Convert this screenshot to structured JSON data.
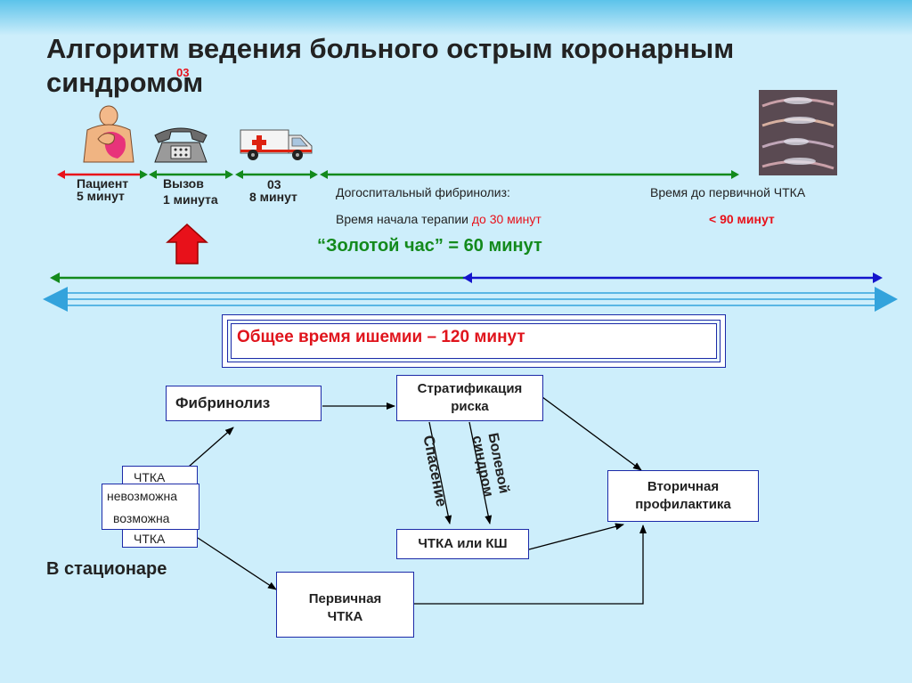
{
  "title": "Алгоритм ведения больного острым коронарным синдромом",
  "title_overlay": "03",
  "timeline": {
    "patient": "Пациент",
    "patient_time": "5 минут",
    "call": "Вызов",
    "call_time": "1 минута",
    "ambulance": "03",
    "ambulance_time": "8 минут",
    "prehospital": "Догоспитальный фибринолиз:",
    "therapy_prefix": "Время начала терапии ",
    "therapy_time": "до 30 минут",
    "primary_ptca": "Время до первичной ЧТКА",
    "primary_ptca_time": "< 90 минут",
    "golden_hour": "“Золотой час” = 60 минут"
  },
  "ischemia": "Общее время ишемии – 120 минут",
  "flow": {
    "fibrinolysis": "Фибринолиз",
    "stratification_1": "Стратификация",
    "stratification_2": "риска",
    "rescue": "Спасение",
    "pain_1": "Болевой",
    "pain_2": "синдром",
    "ptca_or_cabg": "ЧТКА или КШ",
    "secondary_1": "Вторичная",
    "secondary_2": "профилактика",
    "ptca_label_1": "ЧТКА",
    "impossible": "невозможна",
    "possible": "возможна",
    "ptca_label_2": "ЧТКА",
    "in_hospital": "В стационаре",
    "primary_1": "Первичная",
    "primary_2": "ЧТКА"
  },
  "icons": [
    "patient-chest-pain-icon",
    "telephone-icon",
    "ambulance-icon",
    "angioplasty-balloon-images"
  ],
  "colors": {
    "background": "#cdeefb",
    "red": "#e8111a",
    "green": "#138a1c",
    "blue": "#1414cc",
    "box_border": "#1c2aa8",
    "ischemia_text": "#e0141c",
    "timeline_arrow": "#33a3dc"
  }
}
